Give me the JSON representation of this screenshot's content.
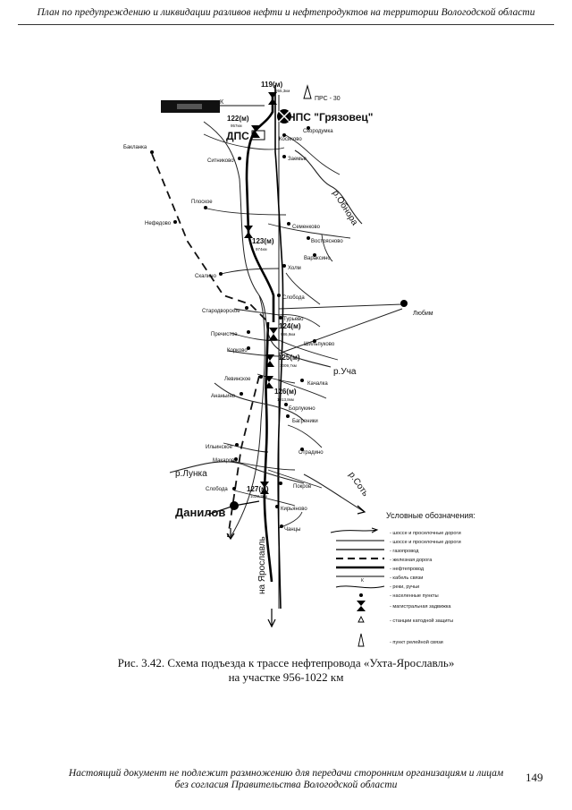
{
  "header": {
    "text": "План по предупреждению и ликвидации разливов нефти и нефтепродуктов на территории Вологодской области"
  },
  "map": {
    "station_label": "НПС \"Грязовец\"",
    "dps_label": "ДПС",
    "relay_label": "ПРС - 30",
    "cable_marker": "К",
    "valves": [
      {
        "id": "v119",
        "label": "119(м)",
        "km": "955,3км"
      },
      {
        "id": "v122",
        "label": "122(м)",
        "km": "957км"
      },
      {
        "id": "v123",
        "label": "123(м)",
        "km": "974км"
      },
      {
        "id": "v124",
        "label": "124(м)",
        "km": "986,9км"
      },
      {
        "id": "v125",
        "label": "125(м)",
        "km": "1009,7км"
      },
      {
        "id": "v126",
        "label": "126(м)",
        "km": "1013,8км"
      },
      {
        "id": "v127",
        "label": "127(м)",
        "km": "1022,3км"
      }
    ],
    "settlements": [
      "Скородумка",
      "Косиково",
      "Бакланка",
      "Ситниково",
      "Заемье",
      "Плоское",
      "Нефедово",
      "Семенково",
      "Вострясново",
      "Вараксино",
      "Холм",
      "Скалино",
      "Слобода",
      "Стародворское",
      "Любим",
      "Турьево",
      "Пречистое",
      "Шильпуково",
      "Корково",
      "Левинское",
      "Качалка",
      "Ананьино",
      "Борлукино",
      "Багреники",
      "Ильинское",
      "Макарово",
      "Отрадино",
      "Слобода",
      "Покров",
      "Кирьяново",
      "Чанцы"
    ],
    "rivers": {
      "obnora": "р.Обнора",
      "ucha": "р.Уча",
      "lunka": "р.Лунка",
      "sot": "р.Соть"
    },
    "city": "Данилов",
    "direction": "на Ярославль"
  },
  "legend": {
    "title": "Условные обозначения:",
    "items": [
      "- шоссе и проселочные дороги",
      "- шоссе и проселочные дороги",
      "- газопровод",
      "- железная дорога",
      "- нефтепровод",
      "- кабель связи",
      "- реки, ручьи",
      "- населенные пункты",
      "- магистральная задвижка",
      "- станции катодной защиты",
      "- пункт релейной связи"
    ]
  },
  "caption": {
    "line1": "Рис. 3.42. Схема подъезда к трассе нефтепровода «Ухта-Ярославль»",
    "line2": "на участке 956-1022 км"
  },
  "footer": {
    "line1": "Настоящий документ не подлежит размножению для передачи сторонним организациям и лицам",
    "line2": "без согласия Правительства Вологодской области"
  },
  "page_number": "149"
}
